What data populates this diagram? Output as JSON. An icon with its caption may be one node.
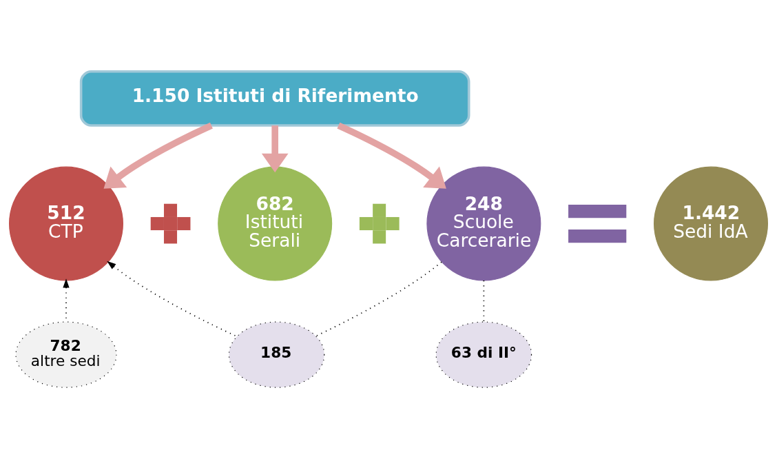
{
  "diagram": {
    "nodes": [
      {
        "text": [
          "1.150 Istituti di Riferimento"
        ]
      },
      {
        "text": [
          "512",
          "CTP"
        ]
      },
      {
        "text": [],
        "shape": "plus"
      },
      {
        "text": [
          "682",
          "Istituti Serali"
        ]
      },
      {
        "text": [],
        "shape": "plus"
      },
      {
        "text": [
          "248",
          "Scuole Carcerarie"
        ]
      },
      {
        "text": [],
        "shape": "equals"
      },
      {
        "text": [
          "1.442",
          "Sedi IdA"
        ]
      },
      {
        "text": [
          "782",
          "altre sedi"
        ]
      },
      {
        "text": [
          "185"
        ]
      },
      {
        "text": [
          "63 di II°"
        ]
      }
    ],
    "edges": [
      {
        "from": 0,
        "to": 1,
        "arrow": "to",
        "style": "thick",
        "color": "#e3a3a3"
      },
      {
        "from": 0,
        "to": 3,
        "arrow": "to",
        "style": "thick",
        "color": "#e3a3a3"
      },
      {
        "from": 0,
        "to": 5,
        "arrow": "to",
        "style": "thick",
        "color": "#e3a3a3"
      },
      {
        "from": 8,
        "to": 1,
        "arrow": "to",
        "style": "dashed"
      },
      {
        "from": 9,
        "to": 1,
        "arrow": "to",
        "style": "dashed"
      },
      {
        "from": 5,
        "to": 9,
        "arrow": "none",
        "style": "dashed"
      },
      {
        "from": 5,
        "to": 10,
        "arrow": "none",
        "style": "dashed"
      }
    ]
  }
}
